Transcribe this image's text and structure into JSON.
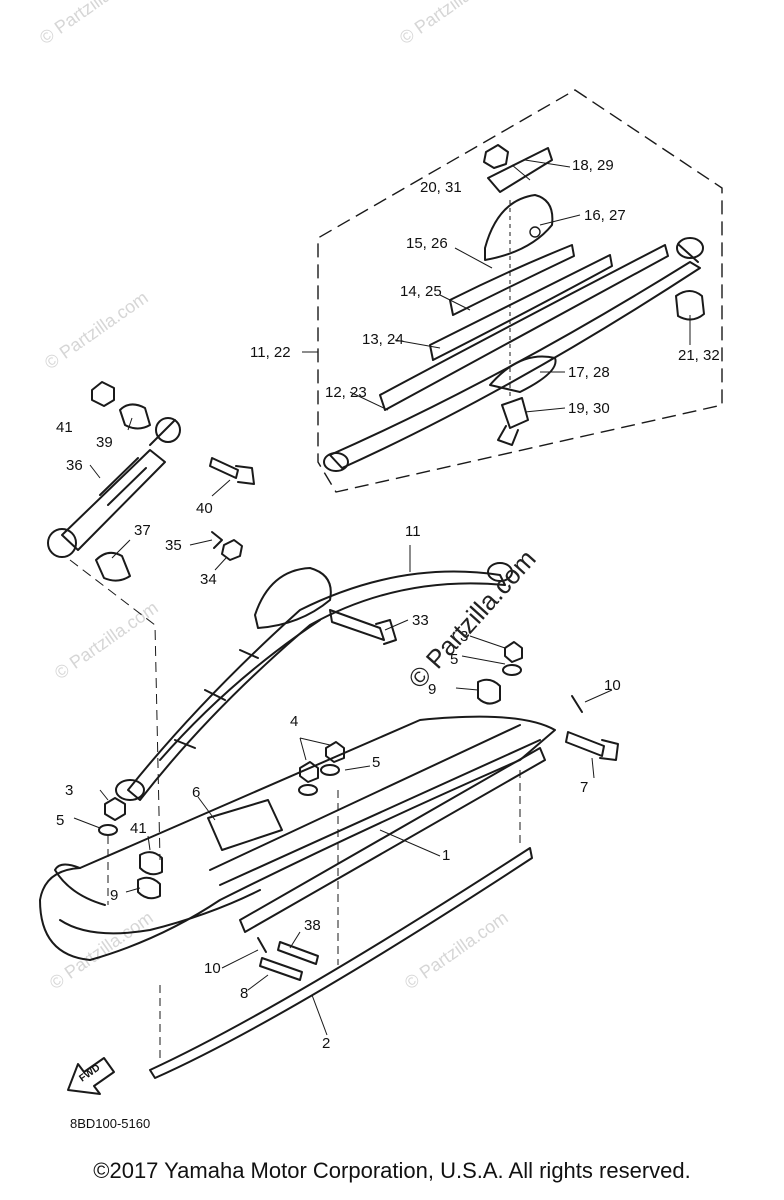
{
  "callouts": {
    "c1": "1",
    "c2": "2",
    "c3a": "3",
    "c3b": "3",
    "c4": "4",
    "c5a": "5",
    "c5b": "5",
    "c5c": "5",
    "c6": "6",
    "c7": "7",
    "c8": "8",
    "c9a": "9",
    "c9b": "9",
    "c10a": "10",
    "c10b": "10",
    "c11a": "11",
    "c11_22": "11, 22",
    "c12_23": "12, 23",
    "c13_24": "13, 24",
    "c14_25": "14, 25",
    "c15_26": "15, 26",
    "c16_27": "16, 27",
    "c17_28": "17, 28",
    "c18_29": "18, 29",
    "c19_30": "19, 30",
    "c20_31": "20, 31",
    "c21_32": "21, 32",
    "c33": "33",
    "c34": "34",
    "c35": "35",
    "c36": "36",
    "c37": "37",
    "c38": "38",
    "c39": "39",
    "c40": "40",
    "c41a": "41",
    "c41b": "41"
  },
  "arrow_label": "FWD",
  "diagram_code": "8BD100-5160",
  "watermark": "© Partzilla.com",
  "watermark_small": "© Partzilla.com",
  "copyright": "©2017 Yamaha Motor Corporation, U.S.A. All rights reserved."
}
